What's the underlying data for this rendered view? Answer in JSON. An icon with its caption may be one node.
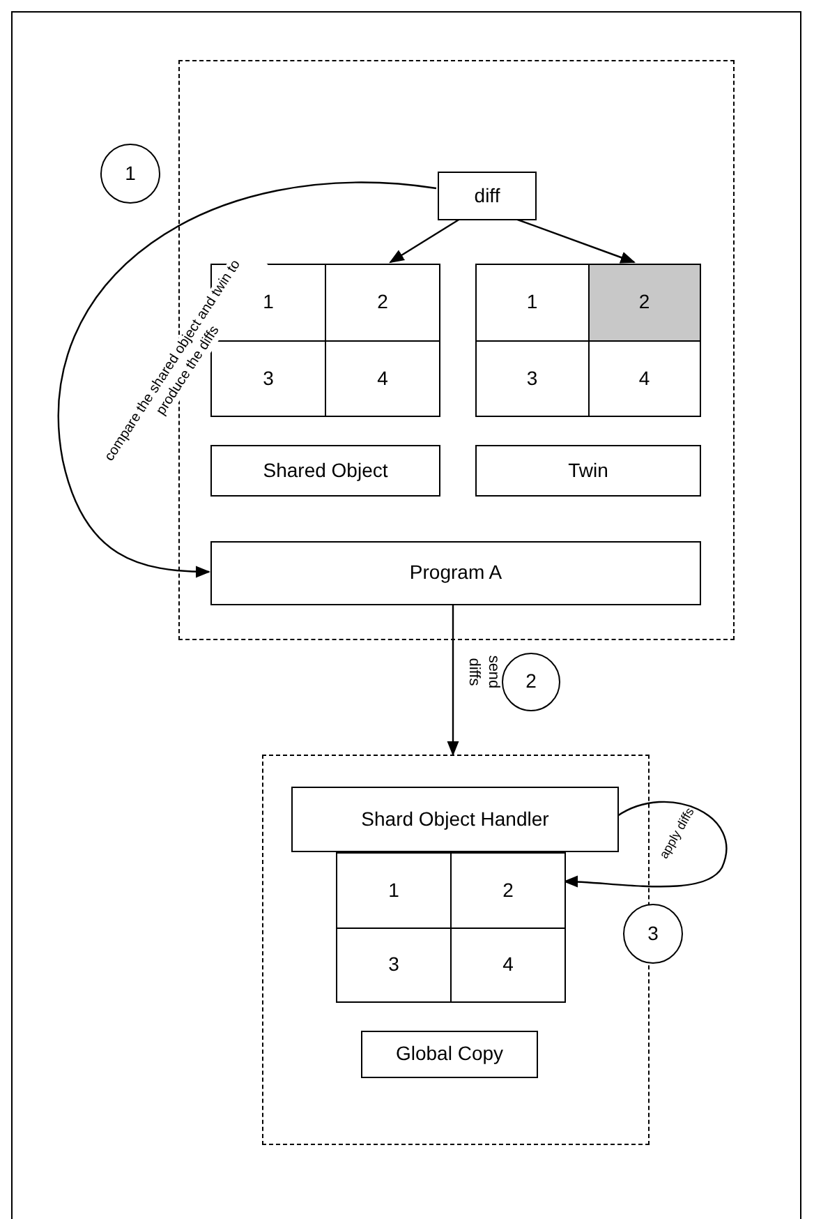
{
  "diagram": {
    "nodes": [
      {
        "text": [],
        "shape": "box"
      },
      {
        "text": [
          "1"
        ]
      },
      {
        "text": [
          "diff"
        ],
        "in": 0
      },
      {
        "text": [],
        "shape": "box",
        "in": 0
      },
      {
        "text": [
          "1"
        ],
        "in": 3
      },
      {
        "text": [
          "2"
        ],
        "in": 3
      },
      {
        "text": [
          "3"
        ],
        "in": 3
      },
      {
        "text": [
          "4"
        ],
        "in": 3
      },
      {
        "text": [],
        "shape": "box",
        "in": 0
      },
      {
        "text": [
          "1"
        ],
        "in": 8
      },
      {
        "text": [
          "2"
        ],
        "in": 8
      },
      {
        "text": [
          "3"
        ],
        "in": 8
      },
      {
        "text": [
          "4"
        ],
        "in": 8
      },
      {
        "text": [
          "Shared Object"
        ],
        "in": 0
      },
      {
        "text": [
          "Twin"
        ],
        "in": 0
      },
      {
        "text": [
          "Program A"
        ],
        "in": 0
      },
      {
        "text": [
          "2"
        ]
      },
      {
        "text": [],
        "shape": "box"
      },
      {
        "text": [
          "Shard Object Handler"
        ],
        "in": 17
      },
      {
        "text": [],
        "shape": "box",
        "in": 17
      },
      {
        "text": [
          "1"
        ],
        "in": 19
      },
      {
        "text": [
          "2"
        ],
        "in": 19
      },
      {
        "text": [
          "3"
        ],
        "in": 19
      },
      {
        "text": [
          "4"
        ],
        "in": 19
      },
      {
        "text": [
          "3"
        ]
      },
      {
        "text": [
          "Global Copy"
        ],
        "in": 17
      }
    ],
    "edges": [
      {
        "from": 2,
        "to": 3,
        "arrow": "to"
      },
      {
        "from": 2,
        "to": 8,
        "arrow": "to"
      },
      {
        "from": 2,
        "to": 15,
        "arrow": "to",
        "label": "compare the shared object and twin to produce the diffs"
      },
      {
        "from": 15,
        "to": 17,
        "arrow": "to",
        "label": "send diffs"
      },
      {
        "from": 18,
        "to": 19,
        "arrow": "to",
        "label": "apply diffs"
      }
    ]
  }
}
